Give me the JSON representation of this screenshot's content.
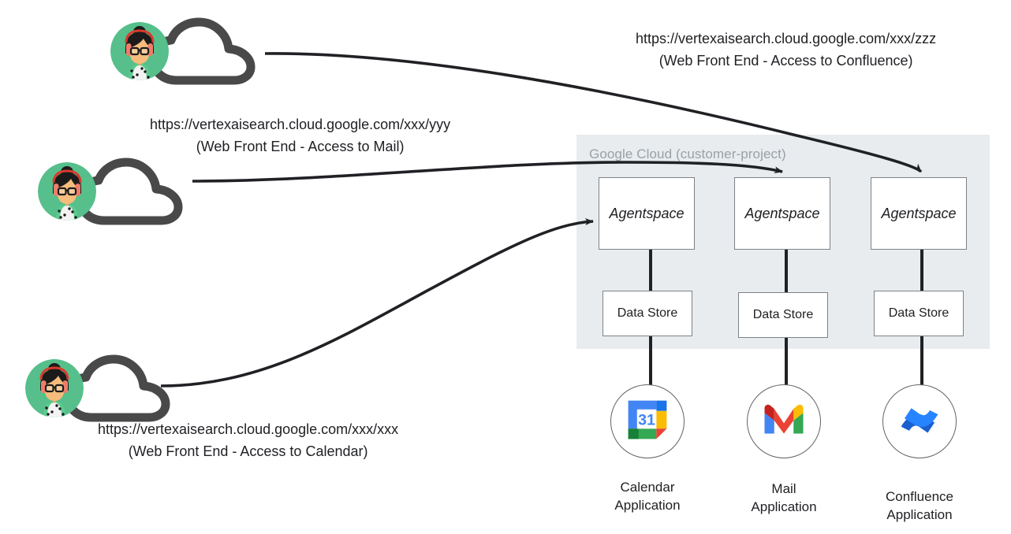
{
  "diagram": {
    "container": {
      "title": "Google Cloud (customer-project)",
      "background_color": "#e8ecef"
    },
    "columns": [
      {
        "agentspace_label": "Agentspace",
        "datastore_label": "Data Store",
        "app_icon": "google-calendar-icon",
        "app_caption_line1": "Calendar",
        "app_caption_line2": "Application"
      },
      {
        "agentspace_label": "Agentspace",
        "datastore_label": "Data Store",
        "app_icon": "gmail-icon",
        "app_caption_line1": "Mail",
        "app_caption_line2": "Application"
      },
      {
        "agentspace_label": "Agentspace",
        "datastore_label": "Data Store",
        "app_icon": "confluence-icon",
        "app_caption_line1": "Confluence",
        "app_caption_line2": "Application"
      }
    ],
    "users": [
      {
        "avatar_icon": "user-avatar-icon",
        "cloud_icon": "cloud-icon",
        "url": "https://vertexaisearch.cloud.google.com/xxx/zzz",
        "description": "(Web Front End - Access to Confluence)"
      },
      {
        "avatar_icon": "user-avatar-icon",
        "cloud_icon": "cloud-icon",
        "url": "https://vertexaisearch.cloud.google.com/xxx/yyy",
        "description": "(Web Front End - Access to Mail)"
      },
      {
        "avatar_icon": "user-avatar-icon",
        "cloud_icon": "cloud-icon",
        "url": "https://vertexaisearch.cloud.google.com/xxx/xxx",
        "description": "(Web Front End - Access to Calendar)"
      }
    ],
    "colors": {
      "line": "#202124",
      "box_border": "#7b8287",
      "container_bg": "#e8ecef",
      "container_title": "#9aa0a6",
      "cloud_glyph": "#494949",
      "avatar_bg": "#56bf8b"
    }
  }
}
